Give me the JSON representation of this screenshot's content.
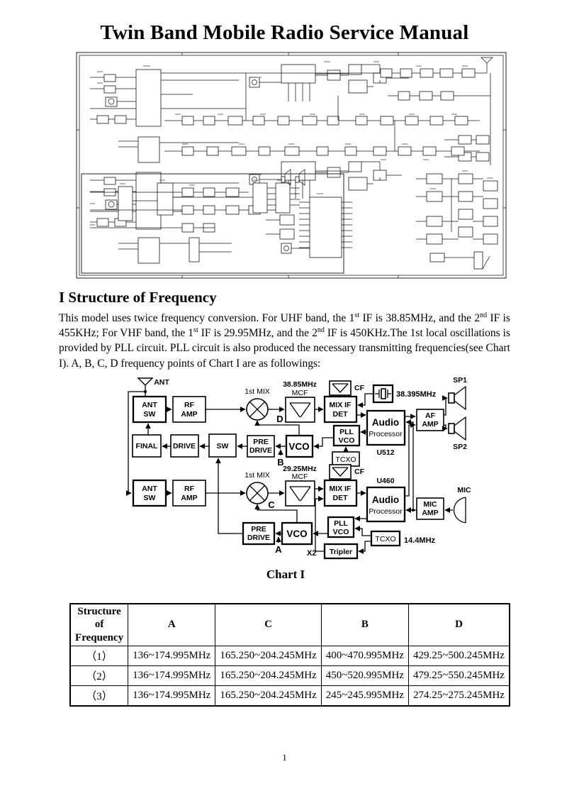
{
  "page": {
    "title": "Twin Band Mobile Radio Service Manual",
    "page_number": "1"
  },
  "section": {
    "heading": "I Structure of Frequency",
    "paragraph": [
      {
        "t": "This model uses twice frequency conversion. For UHF band, the 1"
      },
      {
        "sup": "st"
      },
      {
        "t": " IF is 38.85MHz, and the 2"
      },
      {
        "sup": "nd"
      },
      {
        "t": " IF is 455KHz; For VHF band, the 1"
      },
      {
        "sup": "st"
      },
      {
        "t": " IF is 29.95MHz, and the 2"
      },
      {
        "sup": "nd"
      },
      {
        "t": " IF is 450KHz.The 1st local oscillations is provided by PLL circuit. PLL circuit is also produced the necessary transmitting frequencies(see Chart I). A, B, C, D frequency points of Chart I are as followings:"
      }
    ]
  },
  "chart": {
    "caption": "Chart I",
    "labels": {
      "ant": "ANT",
      "ant_sw1": "ANT",
      "ant_sw2": "SW",
      "rf1": "RF",
      "rf2": "AMP",
      "first_mix": "1st MIX",
      "freq_uhf": "38.85MHz",
      "mcf": "MCF",
      "freq_vhf": "29.25MHz",
      "mixif1": "MIX IF",
      "mixif2": "DET",
      "cf": "CF",
      "xtal": "38.395MHz",
      "audio1": "Audio",
      "audio2": "Processor",
      "u512": "U512",
      "u460": "U460",
      "af1": "AF",
      "af2": "AMP",
      "sp1": "SP1",
      "sp2": "SP2",
      "pll1": "PLL",
      "pll2": "VCO",
      "tcxo": "TCXO",
      "tcxo_freq": "14.4MHz",
      "tripler": "Tripler",
      "x2": "X2",
      "vco": "VCO",
      "pre1": "PRE",
      "pre2": "DRIVE",
      "sw": "SW",
      "drive": "DRIVE",
      "final": "FINAL",
      "mic_amp1": "MIC",
      "mic_amp2": "AMP",
      "mic": "MIC",
      "pt_a": "A",
      "pt_b": "B",
      "pt_c": "C",
      "pt_d": "D"
    }
  },
  "table": {
    "header": {
      "col0_line1": "Structure of",
      "col0_line2": "Frequency",
      "a": "A",
      "c": "C",
      "b": "B",
      "d": "D"
    },
    "rows": [
      [
        "（1）",
        "136~174.995MHz",
        "165.250~204.245MHz",
        "400~470.995MHz",
        "429.25~500.245MHz"
      ],
      [
        "（2）",
        "136~174.995MHz",
        "165.250~204.245MHz",
        "450~520.995MHz",
        "479.25~550.245MHz"
      ],
      [
        "（3）",
        "136~174.995MHz",
        "165.250~204.245MHz",
        "245~245.995MHz",
        "274.25~275.245MHz"
      ]
    ]
  }
}
